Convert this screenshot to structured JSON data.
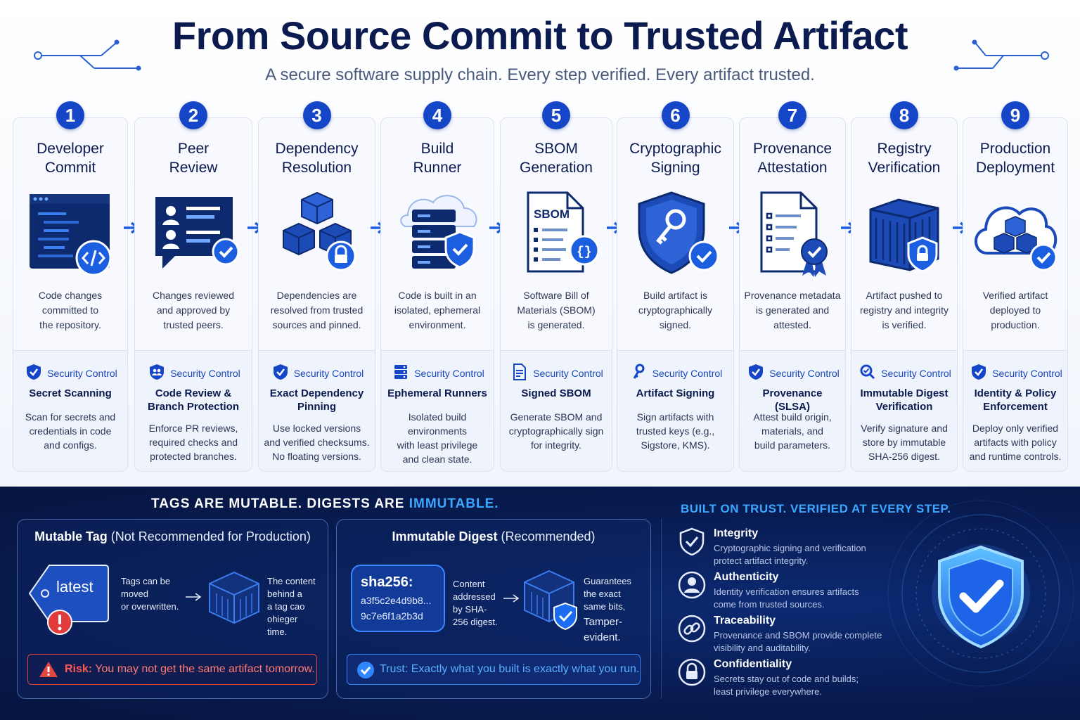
{
  "header": {
    "title": "From Source Commit to Trusted Artifact",
    "subtitle": "A secure software supply chain. Every step verified. Every artifact trusted."
  },
  "steps": [
    {
      "num": "1",
      "title_l1": "Developer",
      "title_l2": "Commit",
      "desc_l1": "Code changes",
      "desc_l2": "committed to",
      "desc_l3": "the repository.",
      "icon": "code-editor-icon",
      "ctrl_label": "Security Control",
      "ctrl_icon": "shield-check-icon",
      "ctrl_name_l1": "Secret Scanning",
      "ctrl_name_l2": "",
      "ctrl_desc_l1": "Scan for secrets and",
      "ctrl_desc_l2": "credentials in code",
      "ctrl_desc_l3": "and configs."
    },
    {
      "num": "2",
      "title_l1": "Peer",
      "title_l2": "Review",
      "desc_l1": "Changes reviewed",
      "desc_l2": "and approved by",
      "desc_l3": "trusted peers.",
      "icon": "review-chat-icon",
      "ctrl_label": "Security Control",
      "ctrl_icon": "shield-users-icon",
      "ctrl_name_l1": "Code Review &",
      "ctrl_name_l2": "Branch Protection",
      "ctrl_desc_l1": "Enforce PR reviews,",
      "ctrl_desc_l2": "required checks and",
      "ctrl_desc_l3": "protected branches."
    },
    {
      "num": "3",
      "title_l1": "Dependency",
      "title_l2": "Resolution",
      "desc_l1": "Dependencies are",
      "desc_l2": "resolved from trusted",
      "desc_l3": "sources and pinned.",
      "icon": "cubes-lock-icon",
      "ctrl_label": "Security Control",
      "ctrl_icon": "shield-check-icon",
      "ctrl_name_l1": "Exact Dependency",
      "ctrl_name_l2": "Pinning",
      "ctrl_desc_l1": "Use locked versions",
      "ctrl_desc_l2": "and verified checksums.",
      "ctrl_desc_l3": "No floating versions."
    },
    {
      "num": "4",
      "title_l1": "Build",
      "title_l2": "Runner",
      "desc_l1": "Code is built in an",
      "desc_l2": "isolated, ephemeral",
      "desc_l3": "environment.",
      "icon": "server-shield-icon",
      "ctrl_label": "Security Control",
      "ctrl_icon": "server-icon",
      "ctrl_name_l1": "Ephemeral Runners",
      "ctrl_name_l2": "",
      "ctrl_desc_l1": "Isolated build environments",
      "ctrl_desc_l2": "with least privilege",
      "ctrl_desc_l3": "and clean state."
    },
    {
      "num": "5",
      "title_l1": "SBOM",
      "title_l2": "Generation",
      "desc_l1": "Software Bill of",
      "desc_l2": "Materials (SBOM)",
      "desc_l3": "is generated.",
      "icon": "sbom-document-icon",
      "icon_text": "SBOM",
      "ctrl_label": "Security Control",
      "ctrl_icon": "document-icon",
      "ctrl_name_l1": "Signed SBOM",
      "ctrl_name_l2": "",
      "ctrl_desc_l1": "Generate SBOM and",
      "ctrl_desc_l2": "cryptographically sign",
      "ctrl_desc_l3": "for integrity."
    },
    {
      "num": "6",
      "title_l1": "Cryptographic",
      "title_l2": "Signing",
      "desc_l1": "Build artifact is",
      "desc_l2": "cryptographically",
      "desc_l3": "signed.",
      "icon": "shield-key-icon",
      "ctrl_label": "Security Control",
      "ctrl_icon": "key-icon",
      "ctrl_name_l1": "Artifact Signing",
      "ctrl_name_l2": "",
      "ctrl_desc_l1": "Sign artifacts with",
      "ctrl_desc_l2": "trusted keys (e.g.,",
      "ctrl_desc_l3": "Sigstore, KMS)."
    },
    {
      "num": "7",
      "title_l1": "Provenance",
      "title_l2": "Attestation",
      "desc_l1": "Provenance metadata",
      "desc_l2": "is generated and",
      "desc_l3": "attested.",
      "icon": "certificate-icon",
      "ctrl_label": "Security Control",
      "ctrl_icon": "shield-check-icon",
      "ctrl_name_l1": "Provenance (SLSA)",
      "ctrl_name_l2": "",
      "ctrl_desc_l1": "Attest build origin,",
      "ctrl_desc_l2": "materials, and",
      "ctrl_desc_l3": "build parameters."
    },
    {
      "num": "8",
      "title_l1": "Registry",
      "title_l2": "Verification",
      "desc_l1": "Artifact pushed to",
      "desc_l2": "registry and integrity",
      "desc_l3": "is verified.",
      "icon": "container-lock-icon",
      "ctrl_label": "Security Control",
      "ctrl_icon": "magnifier-icon",
      "ctrl_name_l1": "Immutable Digest",
      "ctrl_name_l2": "Verification",
      "ctrl_desc_l1": "Verify signature and",
      "ctrl_desc_l2": "store by immutable",
      "ctrl_desc_l3": "SHA-256 digest."
    },
    {
      "num": "9",
      "title_l1": "Production",
      "title_l2": "Deployment",
      "desc_l1": "Verified artifact",
      "desc_l2": "deployed to",
      "desc_l3": "production.",
      "icon": "cloud-cubes-icon",
      "ctrl_label": "Security Control",
      "ctrl_icon": "shield-check-icon",
      "ctrl_name_l1": "Identity & Policy",
      "ctrl_name_l2": "Enforcement",
      "ctrl_desc_l1": "Deploy only verified",
      "ctrl_desc_l2": "artifacts with policy",
      "ctrl_desc_l3": "and runtime controls."
    }
  ],
  "banner": {
    "part1": "TAGS ARE MUTABLE. DIGESTS ARE",
    "part2": "IMMUTABLE."
  },
  "mutable": {
    "title_bold": "Mutable Tag",
    "title_rest": "(Not Recommended for Production)",
    "tag": "latest",
    "note_l1": "Tags can be",
    "note_l2": "moved",
    "note_l3": "or overwritten.",
    "right_l1": "The content",
    "right_l2": "behind a",
    "right_l3": "a tag cao",
    "right_l4": "ohieger",
    "right_l5": "time.",
    "risk_label": "Risk:",
    "risk_text": "You may not get the same artifact tomorrow."
  },
  "immutable": {
    "title_bold": "Immutable Digest",
    "title_rest": "(Recommended)",
    "sha_label": "sha256:",
    "sha_l1": "a3f5c2e4d9b8...",
    "sha_l2": "9c7e6f1a2b3d",
    "note_l1": "Content",
    "note_l2": "addressed",
    "note_l3": "by SHA-",
    "note_l4": "256 digest.",
    "right_l1": "Guarantees",
    "right_l2": "the exact",
    "right_l3": "same bits,",
    "right_l4": "Tamper-",
    "right_l5": "evident.",
    "trust_label": "Trust:",
    "trust_text": "Exactly what you built is exactly what you run."
  },
  "trust": {
    "title": "BUILT ON TRUST. VERIFIED AT EVERY STEP.",
    "items": [
      {
        "title": "Integrity",
        "d1": "Cryptographic signing and verification",
        "d2": "protect artifact integrity.",
        "icon": "shield-check-icon"
      },
      {
        "title": "Authenticity",
        "d1": "Identity verification ensures artifacts",
        "d2": "come from trusted sources.",
        "icon": "user-icon"
      },
      {
        "title": "Traceability",
        "d1": "Provenance and SBOM provide complete",
        "d2": "visibility and auditability.",
        "icon": "link-icon"
      },
      {
        "title": "Confidentiality",
        "d1": "Secrets stay out of code and builds;",
        "d2": "least privilege everywhere.",
        "icon": "lock-icon"
      }
    ]
  },
  "colors": {
    "accent": "#1646c8",
    "navy": "#0b1b4f",
    "highlight": "#3ba7ff",
    "risk": "#e4453f"
  }
}
